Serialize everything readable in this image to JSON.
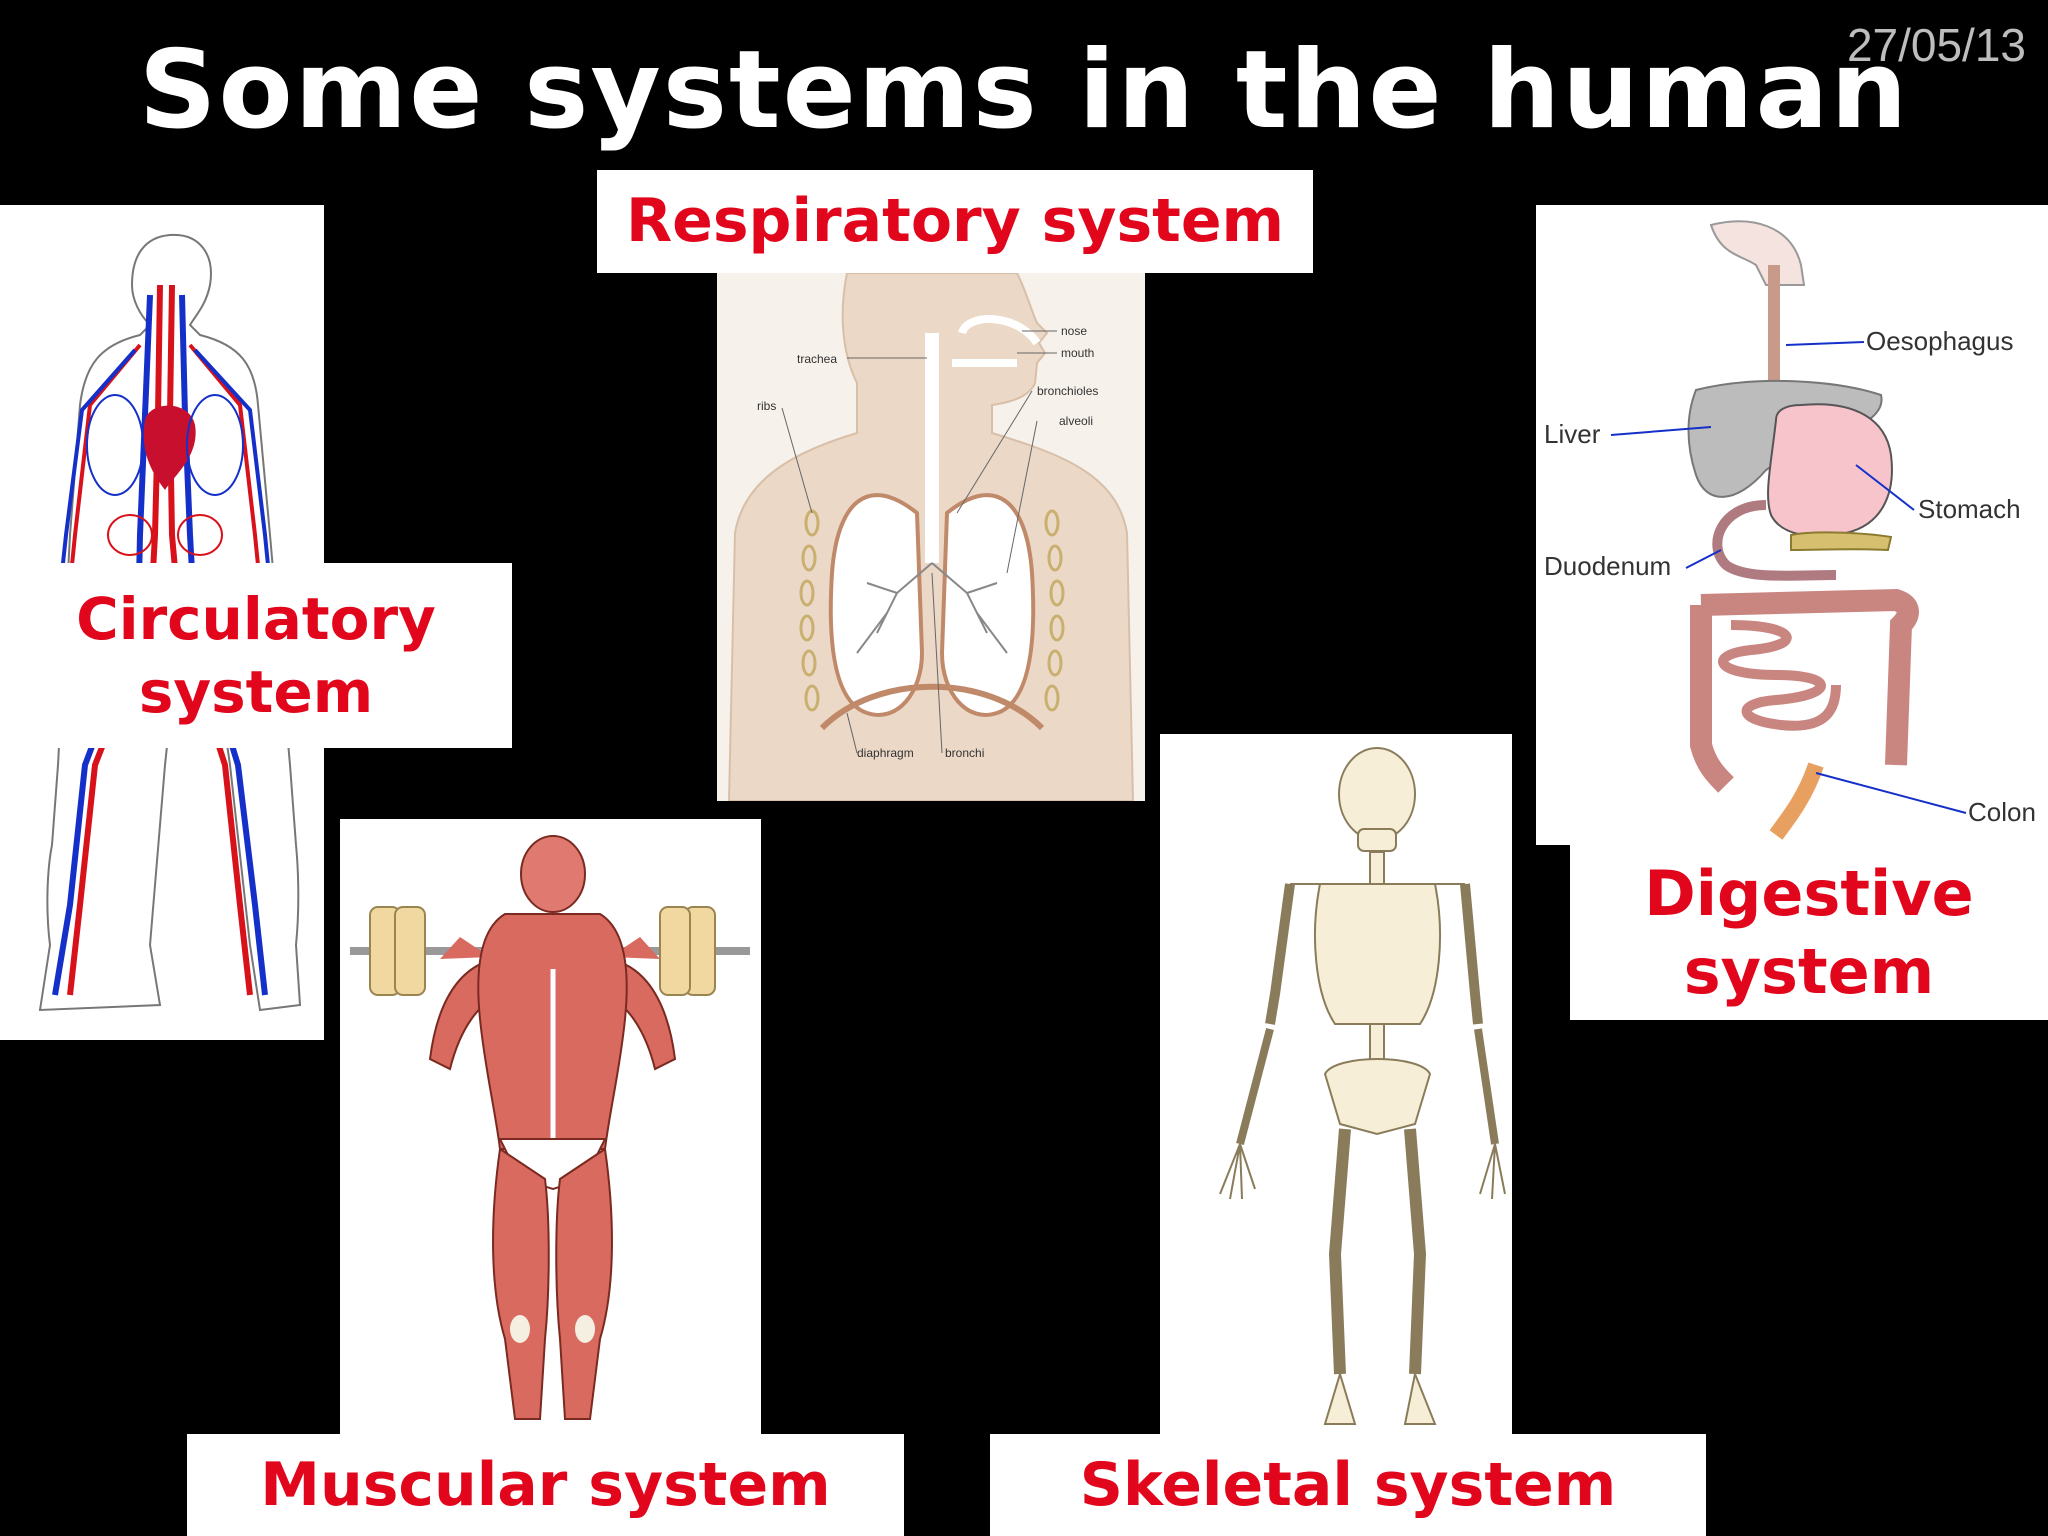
{
  "slide": {
    "title": "Some systems in the human body",
    "date": "27/05/13"
  },
  "labels": {
    "circulatory_line1": "Circulatory",
    "circulatory_line2": "system",
    "respiratory": "Respiratory system",
    "digestive_line1": "Digestive",
    "digestive_line2": "system",
    "muscular": "Muscular system",
    "skeletal": "Skeletal system"
  },
  "respiratory_diagram": {
    "nose": "nose",
    "mouth": "mouth",
    "trachea": "trachea",
    "ribs": "ribs",
    "bronchioles": "bronchioles",
    "alveoli": "alveoli",
    "diaphragm": "diaphragm",
    "bronchi": "bronchi"
  },
  "digestive_diagram": {
    "oesophagus": "Oesophagus",
    "liver": "Liver",
    "stomach": "Stomach",
    "duodenum": "Duodenum",
    "colon": "Colon"
  },
  "colors": {
    "label_red": "#e1061b",
    "background": "#000000",
    "panel": "#ffffff"
  }
}
